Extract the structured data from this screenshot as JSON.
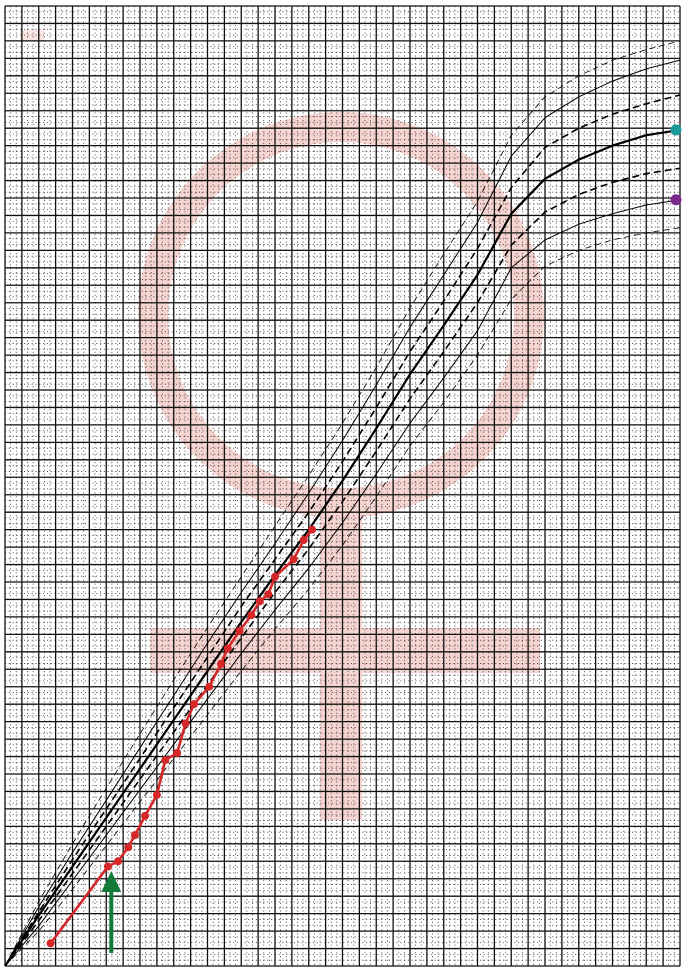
{
  "chart_data": {
    "type": "line",
    "title": "",
    "xlabel": "",
    "ylabel": "",
    "xlim": [
      0,
      40
    ],
    "ylim": [
      0,
      55
    ],
    "grid": {
      "major": true,
      "minor_dotted": true,
      "x_major_step": 1,
      "y_major_step": 1,
      "minor_per_major": 3
    },
    "background_symbol": {
      "name": "female-symbol",
      "color": "#f6d4d0"
    },
    "marker_colors": {
      "upper_dot": "#1a9a9a",
      "lower_dot": "#7a2a8a",
      "arrow": "#127a3a"
    },
    "reference_curves": [
      {
        "style": "solid-thin",
        "color": "#000000",
        "x": [
          0,
          2,
          4,
          6,
          8,
          10,
          12,
          14,
          16,
          18,
          20,
          22,
          24,
          26,
          28,
          30,
          32,
          34,
          36,
          38,
          40
        ],
        "y": [
          0.0,
          3.4,
          6.5,
          9.5,
          12.5,
          15.5,
          18.5,
          21.4,
          24.2,
          27.1,
          30.1,
          33.3,
          36.6,
          39.6,
          42.6,
          46.4,
          48.6,
          49.8,
          50.7,
          51.4,
          51.9
        ]
      },
      {
        "style": "dashed-thin",
        "color": "#000000",
        "x": [
          0,
          2,
          4,
          6,
          8,
          10,
          12,
          14,
          16,
          18,
          20,
          22,
          24,
          26,
          28,
          30,
          32,
          34,
          36,
          38,
          40
        ],
        "y": [
          0.0,
          3.1,
          6.1,
          9.0,
          11.9,
          14.8,
          17.7,
          20.6,
          23.3,
          26.0,
          28.9,
          32.0,
          35.2,
          38.1,
          41.1,
          44.6,
          46.9,
          48.0,
          48.8,
          49.4,
          49.9
        ]
      },
      {
        "style": "solid-bold",
        "color": "#000000",
        "x": [
          0,
          2,
          4,
          6,
          8,
          10,
          12,
          14,
          16,
          18,
          20,
          22,
          24,
          26,
          28,
          30,
          32,
          34,
          36,
          38,
          40
        ],
        "y": [
          0.0,
          2.9,
          5.7,
          8.5,
          11.3,
          14.1,
          16.9,
          19.7,
          22.4,
          25.0,
          27.8,
          30.8,
          33.9,
          36.7,
          39.6,
          43.1,
          45.1,
          46.2,
          47.0,
          47.6,
          47.9
        ]
      },
      {
        "style": "dashed-thin",
        "color": "#000000",
        "x": [
          0,
          2,
          4,
          6,
          8,
          10,
          12,
          14,
          16,
          18,
          20,
          22,
          24,
          26,
          28,
          30,
          32,
          34,
          36,
          38,
          40
        ],
        "y": [
          0.0,
          2.6,
          5.3,
          8.0,
          10.7,
          13.4,
          16.1,
          18.8,
          21.4,
          23.9,
          26.6,
          29.5,
          32.5,
          35.2,
          38.0,
          41.3,
          43.2,
          44.2,
          44.9,
          45.4,
          45.7
        ]
      },
      {
        "style": "solid-thin",
        "color": "#000000",
        "x": [
          0,
          2,
          4,
          6,
          8,
          10,
          12,
          14,
          16,
          18,
          20,
          22,
          24,
          26,
          28,
          30,
          32,
          34,
          36,
          38,
          40
        ],
        "y": [
          0.0,
          2.3,
          4.9,
          7.5,
          10.1,
          12.7,
          15.3,
          17.9,
          20.4,
          22.8,
          25.4,
          28.2,
          31.1,
          33.7,
          36.4,
          40.0,
          41.6,
          42.5,
          43.1,
          43.6,
          43.9
        ]
      },
      {
        "style": "dashed-faint",
        "color": "#000000",
        "x": [
          0,
          2,
          4,
          6,
          8,
          10,
          12,
          14,
          16,
          18,
          20,
          22,
          24,
          26,
          28,
          30,
          32,
          34,
          36,
          38,
          40
        ],
        "y": [
          0.0,
          3.7,
          7.0,
          10.2,
          13.3,
          16.4,
          19.4,
          22.3,
          25.2,
          28.1,
          31.1,
          34.3,
          37.7,
          40.8,
          43.8,
          47.6,
          49.8,
          51.0,
          51.9,
          52.5,
          53.0
        ]
      },
      {
        "style": "dashed-faint",
        "color": "#000000",
        "x": [
          0,
          2,
          4,
          6,
          8,
          10,
          12,
          14,
          16,
          18,
          20,
          22,
          24,
          26,
          28,
          30,
          32,
          34,
          36,
          38,
          40
        ],
        "y": [
          0.0,
          2.0,
          4.4,
          6.9,
          9.4,
          11.9,
          14.4,
          16.9,
          19.3,
          21.6,
          24.1,
          26.9,
          29.8,
          32.3,
          35.0,
          38.2,
          40.1,
          41.0,
          41.6,
          42.0,
          42.3
        ]
      }
    ],
    "series": [
      {
        "color": "#d62728",
        "x": [
          2.7,
          6.1,
          6.7,
          7.3,
          7.7,
          8.3,
          9.0,
          9.5,
          10.2,
          10.7,
          11.2,
          12.1,
          12.8,
          13.2,
          13.9,
          14.6,
          15.1,
          15.6,
          16.0,
          17.1,
          17.7,
          18.2
        ],
        "y": [
          1.3,
          5.7,
          6.0,
          6.8,
          7.5,
          8.6,
          9.8,
          11.8,
          12.2,
          13.9,
          15.0,
          16.0,
          17.3,
          18.2,
          19.2,
          20.1,
          20.9,
          21.3,
          22.3,
          23.3,
          24.4,
          25.0
        ]
      }
    ]
  }
}
